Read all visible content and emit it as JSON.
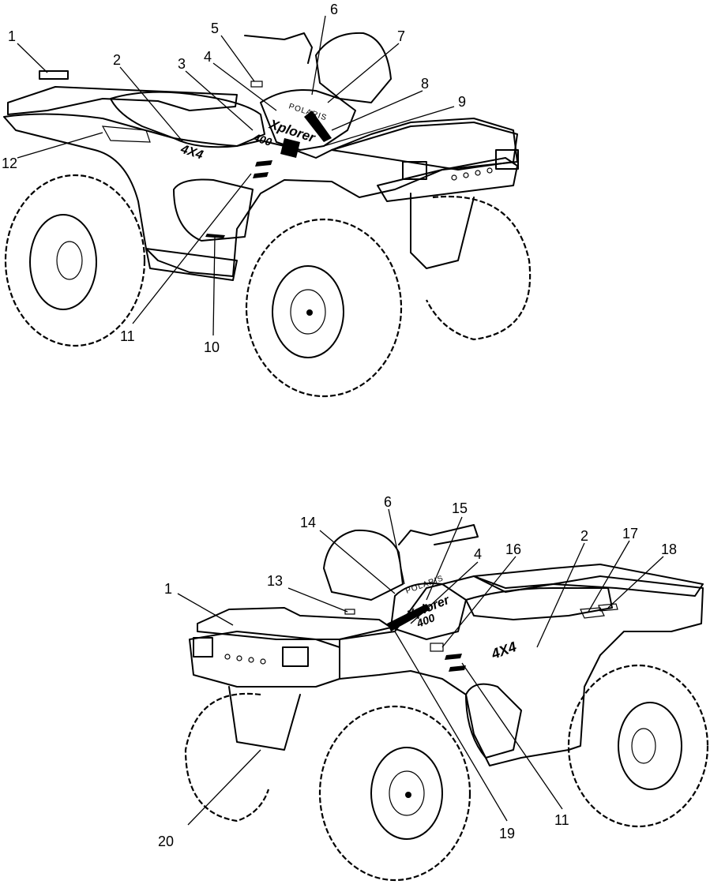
{
  "callouts_top": [
    {
      "id": "t1",
      "label": "1"
    },
    {
      "id": "t2",
      "label": "2"
    },
    {
      "id": "t3",
      "label": "3"
    },
    {
      "id": "t4",
      "label": "4"
    },
    {
      "id": "t5",
      "label": "5"
    },
    {
      "id": "t6",
      "label": "6"
    },
    {
      "id": "t7",
      "label": "7"
    },
    {
      "id": "t8",
      "label": "8"
    },
    {
      "id": "t9",
      "label": "9"
    },
    {
      "id": "t10",
      "label": "10"
    },
    {
      "id": "t11",
      "label": "11"
    },
    {
      "id": "t12",
      "label": "12"
    }
  ],
  "callouts_bottom": [
    {
      "id": "b1",
      "label": "1"
    },
    {
      "id": "b2",
      "label": "2"
    },
    {
      "id": "b4",
      "label": "4"
    },
    {
      "id": "b6",
      "label": "6"
    },
    {
      "id": "b11",
      "label": "11"
    },
    {
      "id": "b13",
      "label": "13"
    },
    {
      "id": "b14",
      "label": "14"
    },
    {
      "id": "b15",
      "label": "15"
    },
    {
      "id": "b16",
      "label": "16"
    },
    {
      "id": "b17",
      "label": "17"
    },
    {
      "id": "b18",
      "label": "18"
    },
    {
      "id": "b19",
      "label": "19"
    },
    {
      "id": "b20",
      "label": "20"
    }
  ],
  "decals": {
    "brand": "POLARIS",
    "model_top": "Xplorer",
    "model_num": "400",
    "drive": "4X4"
  }
}
